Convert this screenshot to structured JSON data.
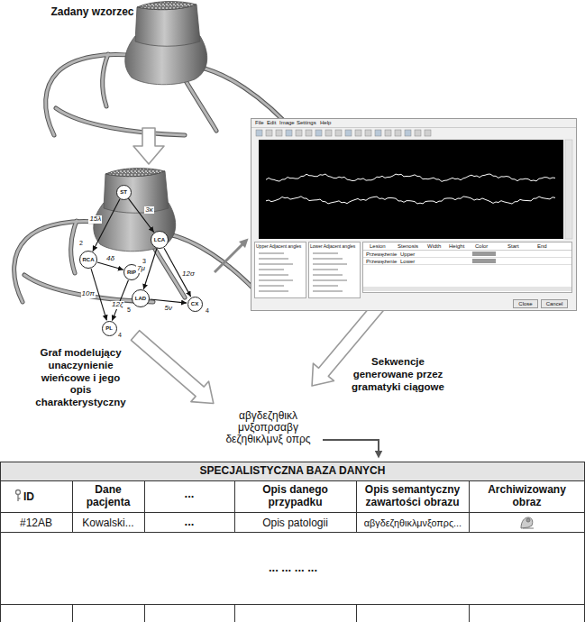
{
  "diagram": {
    "nodes": [
      {
        "text": [
          "ST"
        ]
      },
      {
        "text": [
          "RCA"
        ]
      },
      {
        "text": [
          "RIP"
        ]
      },
      {
        "text": [
          "PL"
        ]
      },
      {
        "text": [
          "LCA"
        ]
      },
      {
        "text": [
          "LAD"
        ]
      },
      {
        "text": [
          "CX"
        ]
      }
    ],
    "edges": [
      {
        "from": 0,
        "to": 1,
        "arrow": "to",
        "label": "15λ"
      },
      {
        "from": 0,
        "to": 4,
        "arrow": "to",
        "label": "3κ"
      },
      {
        "from": 1,
        "to": 2,
        "arrow": "to",
        "label": "4δ"
      },
      {
        "from": 1,
        "to": 3,
        "arrow": "to",
        "label": "10π"
      },
      {
        "from": 2,
        "to": 3,
        "arrow": "to",
        "label": "12ζ"
      },
      {
        "from": 4,
        "to": 5,
        "arrow": "to",
        "label": "7μ"
      },
      {
        "from": 4,
        "to": 6,
        "arrow": "to",
        "label": "12σ"
      },
      {
        "from": 5,
        "to": 6,
        "arrow": "to",
        "label": "5ν"
      }
    ],
    "labels": [
      "Zadany wzorzec",
      "Graf modelujący unaczynienie wieńcowe i jego opis charakterystyczny",
      "Sekwencje generowane przez gramatyki ciągowe",
      "αβγδεζηθικλ μνξοπρσαβγ δεζηθικλμνξ οπρς",
      "2",
      "3",
      "4",
      "5",
      "4",
      "File",
      "Edit",
      "Image",
      "Settings",
      "Help",
      "Upper Adjacent angles",
      "Lower Adjacent angles",
      "Lesion",
      "Stenosis",
      "Width",
      "Height",
      "Color",
      "Start",
      "End",
      "Przewężenie",
      "Upper",
      "Przewężenie",
      "Lower",
      "Close",
      "Cancel",
      "SPECJALISTYCZNA BAZA DANYCH",
      "ID",
      "Dane pacjenta",
      "...",
      "Opis danego przypadku",
      "Opis semantyczny zawartości obrazu",
      "Archiwizowany obraz",
      "#12AB",
      "Kowalski...",
      "...",
      "Opis patologii",
      "αβγδεζηθικλμνξοπρς...",
      "... ... ... ..."
    ]
  }
}
